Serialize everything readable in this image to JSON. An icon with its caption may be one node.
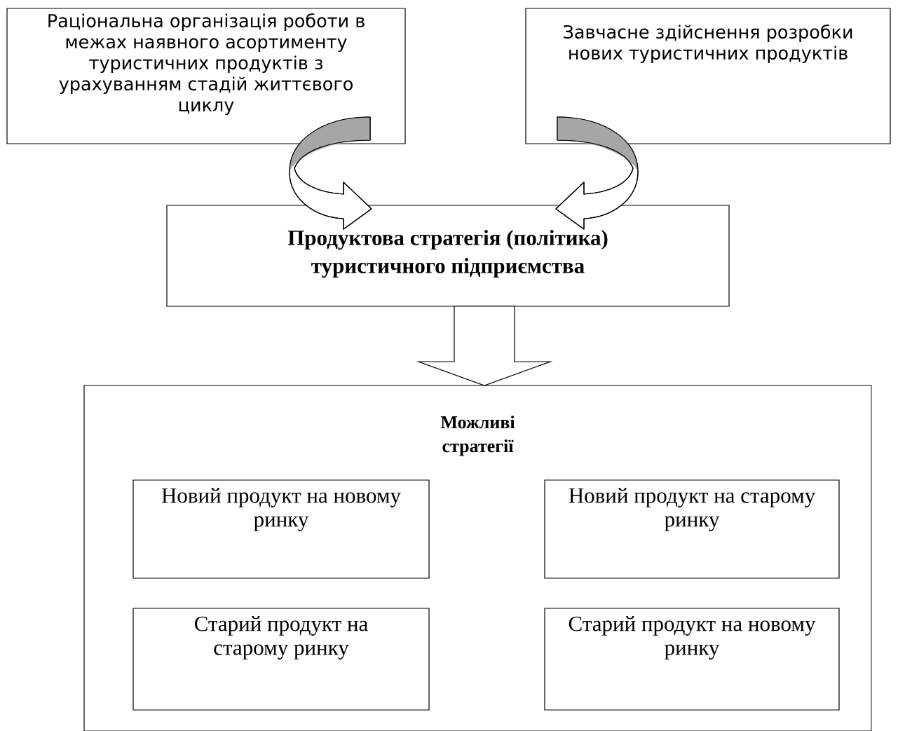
{
  "diagram": {
    "nodes": [
      {
        "text": [
          "Раціональна організація роботи в межах наявного асортименту туристичних продуктів з урахуванням стадій життєвого циклу"
        ]
      },
      {
        "text": [
          "Завчасне здійснення розробки нових туристичних продуктів"
        ]
      },
      {
        "text": [
          "Продуктова стратегія (політика) туристичного підприємства"
        ]
      },
      {
        "text": [
          "Можливі стратегії"
        ]
      },
      {
        "text": [
          "Новий продукт на новому ринку"
        ],
        "in": 3
      },
      {
        "text": [
          "Новий продукт на старому ринку"
        ],
        "in": 3
      },
      {
        "text": [
          "Старий продукт на старому ринку"
        ],
        "in": 3
      },
      {
        "text": [
          "Старий продукт на новому ринку"
        ],
        "in": 3
      }
    ],
    "edges": [
      {
        "from": 0,
        "to": 2,
        "arrow": "to"
      },
      {
        "from": 1,
        "to": 2,
        "arrow": "to"
      },
      {
        "from": 2,
        "to": 3,
        "arrow": "to"
      }
    ]
  }
}
